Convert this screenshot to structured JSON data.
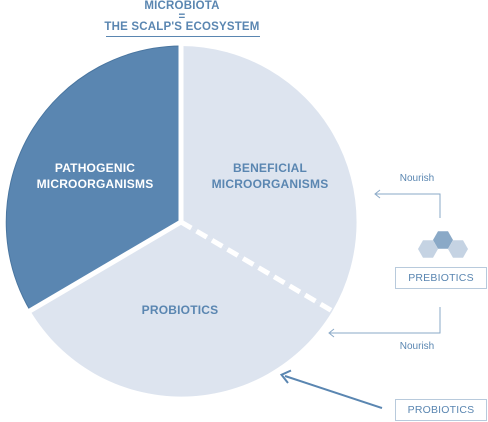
{
  "header": {
    "line1": "MICROBIOTA",
    "line2": "=",
    "line3": "THE SCALP'S ECOSYSTEM"
  },
  "segments": {
    "pathogenic": {
      "line1": "PATHOGENIC",
      "line2": "MICROORGANISMS"
    },
    "beneficial": {
      "line1": "BENEFICIAL",
      "line2": "MICROORGANISMS"
    },
    "probiotics": "PROBIOTICS"
  },
  "side": {
    "nourish_top": "Nourish",
    "prebiotics_box": "PREBIOTICS",
    "nourish_bottom": "Nourish",
    "probiotics_box": "PROBIOTICS",
    "prebiotics_icon": "hexagon-cluster-icon"
  },
  "colors": {
    "pathogenic_fill": "#5a86b1",
    "pathogenic_border": "#4a76a0",
    "light_fill": "#dde4ef",
    "accent": "#5a86b1",
    "hexagon_mid": "#8aa9c7",
    "hexagon_light": "#c5d3e3"
  }
}
